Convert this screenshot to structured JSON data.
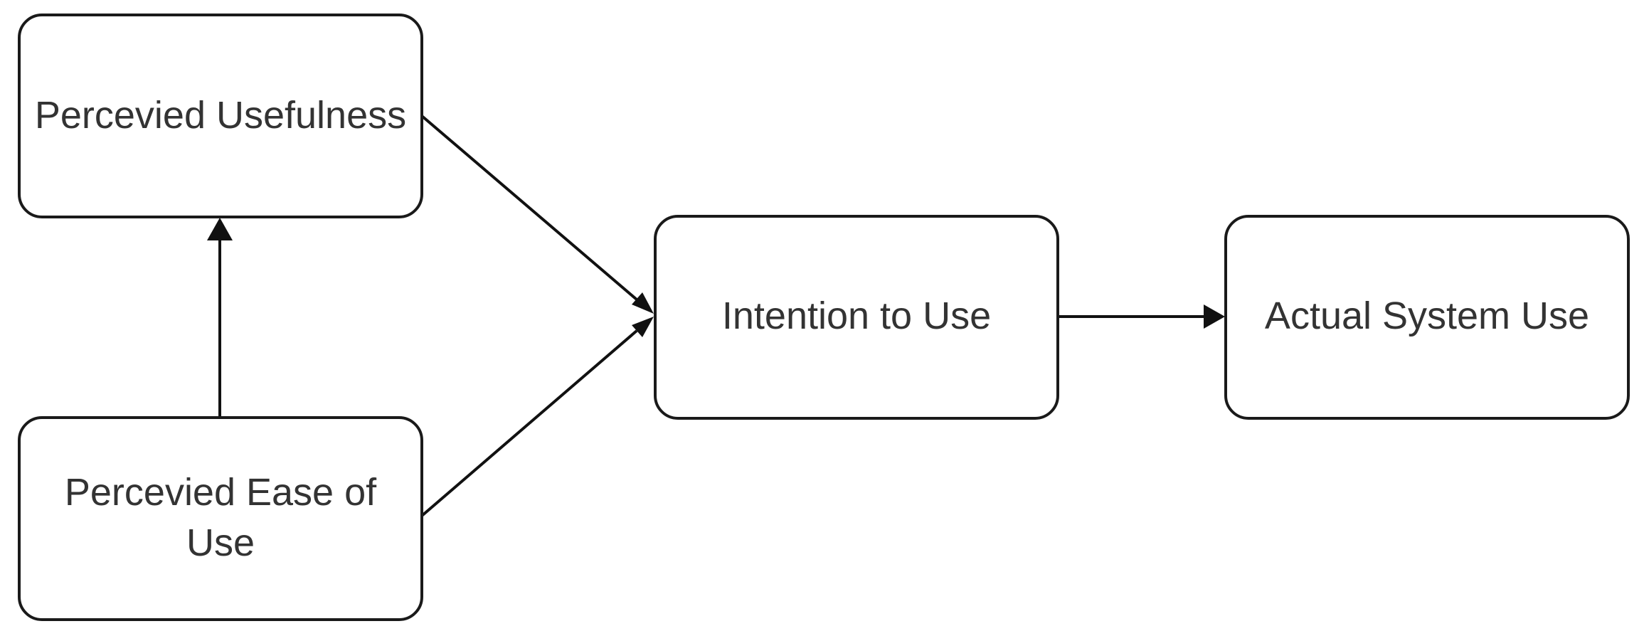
{
  "diagram": {
    "nodes": [
      {
        "id": "pu",
        "label_lines": [
          "Percevied Usefulness"
        ]
      },
      {
        "id": "peou",
        "label_lines": [
          "Percevied Ease of",
          "Use"
        ]
      },
      {
        "id": "itu",
        "label_lines": [
          "Intention to Use"
        ]
      },
      {
        "id": "asu",
        "label_lines": [
          "Actual System Use"
        ]
      }
    ],
    "edges": [
      {
        "from": "peou",
        "to": "pu"
      },
      {
        "from": "pu",
        "to": "itu"
      },
      {
        "from": "peou",
        "to": "itu"
      },
      {
        "from": "itu",
        "to": "asu"
      }
    ]
  }
}
